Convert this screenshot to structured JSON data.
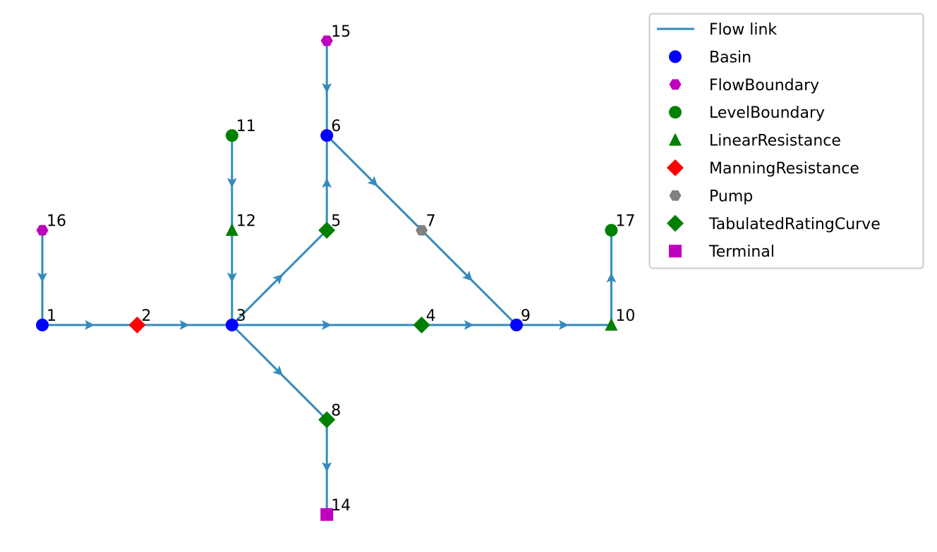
{
  "chart_data": {
    "type": "network",
    "link_color": "#348ABD",
    "node_types": [
      {
        "name": "Basin",
        "marker": "circle",
        "color": "#0000ff"
      },
      {
        "name": "FlowBoundary",
        "marker": "hexagon",
        "color": "#bf00bf"
      },
      {
        "name": "LevelBoundary",
        "marker": "circle",
        "color": "#008000"
      },
      {
        "name": "LinearResistance",
        "marker": "triangle",
        "color": "#008000"
      },
      {
        "name": "ManningResistance",
        "marker": "diamond",
        "color": "#ff0000"
      },
      {
        "name": "Pump",
        "marker": "hexagon",
        "color": "#808080"
      },
      {
        "name": "TabulatedRatingCurve",
        "marker": "diamond",
        "color": "#008000"
      },
      {
        "name": "Terminal",
        "marker": "square",
        "color": "#bf00bf"
      }
    ],
    "nodes": [
      {
        "id": "1",
        "type": "Basin",
        "x": 0,
        "y": 0
      },
      {
        "id": "2",
        "type": "ManningResistance",
        "x": 1,
        "y": 0
      },
      {
        "id": "3",
        "type": "Basin",
        "x": 2,
        "y": 0
      },
      {
        "id": "4",
        "type": "TabulatedRatingCurve",
        "x": 4,
        "y": 0
      },
      {
        "id": "5",
        "type": "TabulatedRatingCurve",
        "x": 3,
        "y": 1
      },
      {
        "id": "6",
        "type": "Basin",
        "x": 3,
        "y": 2
      },
      {
        "id": "7",
        "type": "Pump",
        "x": 4,
        "y": 1
      },
      {
        "id": "8",
        "type": "TabulatedRatingCurve",
        "x": 3,
        "y": -1
      },
      {
        "id": "9",
        "type": "Basin",
        "x": 5,
        "y": 0
      },
      {
        "id": "10",
        "type": "LinearResistance",
        "x": 6,
        "y": 0
      },
      {
        "id": "11",
        "type": "LevelBoundary",
        "x": 2,
        "y": 2
      },
      {
        "id": "12",
        "type": "LinearResistance",
        "x": 2,
        "y": 1
      },
      {
        "id": "14",
        "type": "Terminal",
        "x": 3,
        "y": -2
      },
      {
        "id": "15",
        "type": "FlowBoundary",
        "x": 3,
        "y": 3
      },
      {
        "id": "16",
        "type": "FlowBoundary",
        "x": 0,
        "y": 1
      },
      {
        "id": "17",
        "type": "LevelBoundary",
        "x": 6,
        "y": 1
      }
    ],
    "edges": [
      [
        "16",
        "1"
      ],
      [
        "1",
        "2"
      ],
      [
        "2",
        "3"
      ],
      [
        "11",
        "12"
      ],
      [
        "12",
        "3"
      ],
      [
        "3",
        "5"
      ],
      [
        "5",
        "6"
      ],
      [
        "15",
        "6"
      ],
      [
        "6",
        "7"
      ],
      [
        "7",
        "9"
      ],
      [
        "3",
        "4"
      ],
      [
        "4",
        "9"
      ],
      [
        "3",
        "8"
      ],
      [
        "8",
        "14"
      ],
      [
        "9",
        "10"
      ],
      [
        "10",
        "17"
      ]
    ],
    "legend": {
      "placement": "top-right",
      "entries": [
        "Flow link",
        "Basin",
        "FlowBoundary",
        "LevelBoundary",
        "LinearResistance",
        "ManningResistance",
        "Pump",
        "TabulatedRatingCurve",
        "Terminal"
      ]
    }
  }
}
